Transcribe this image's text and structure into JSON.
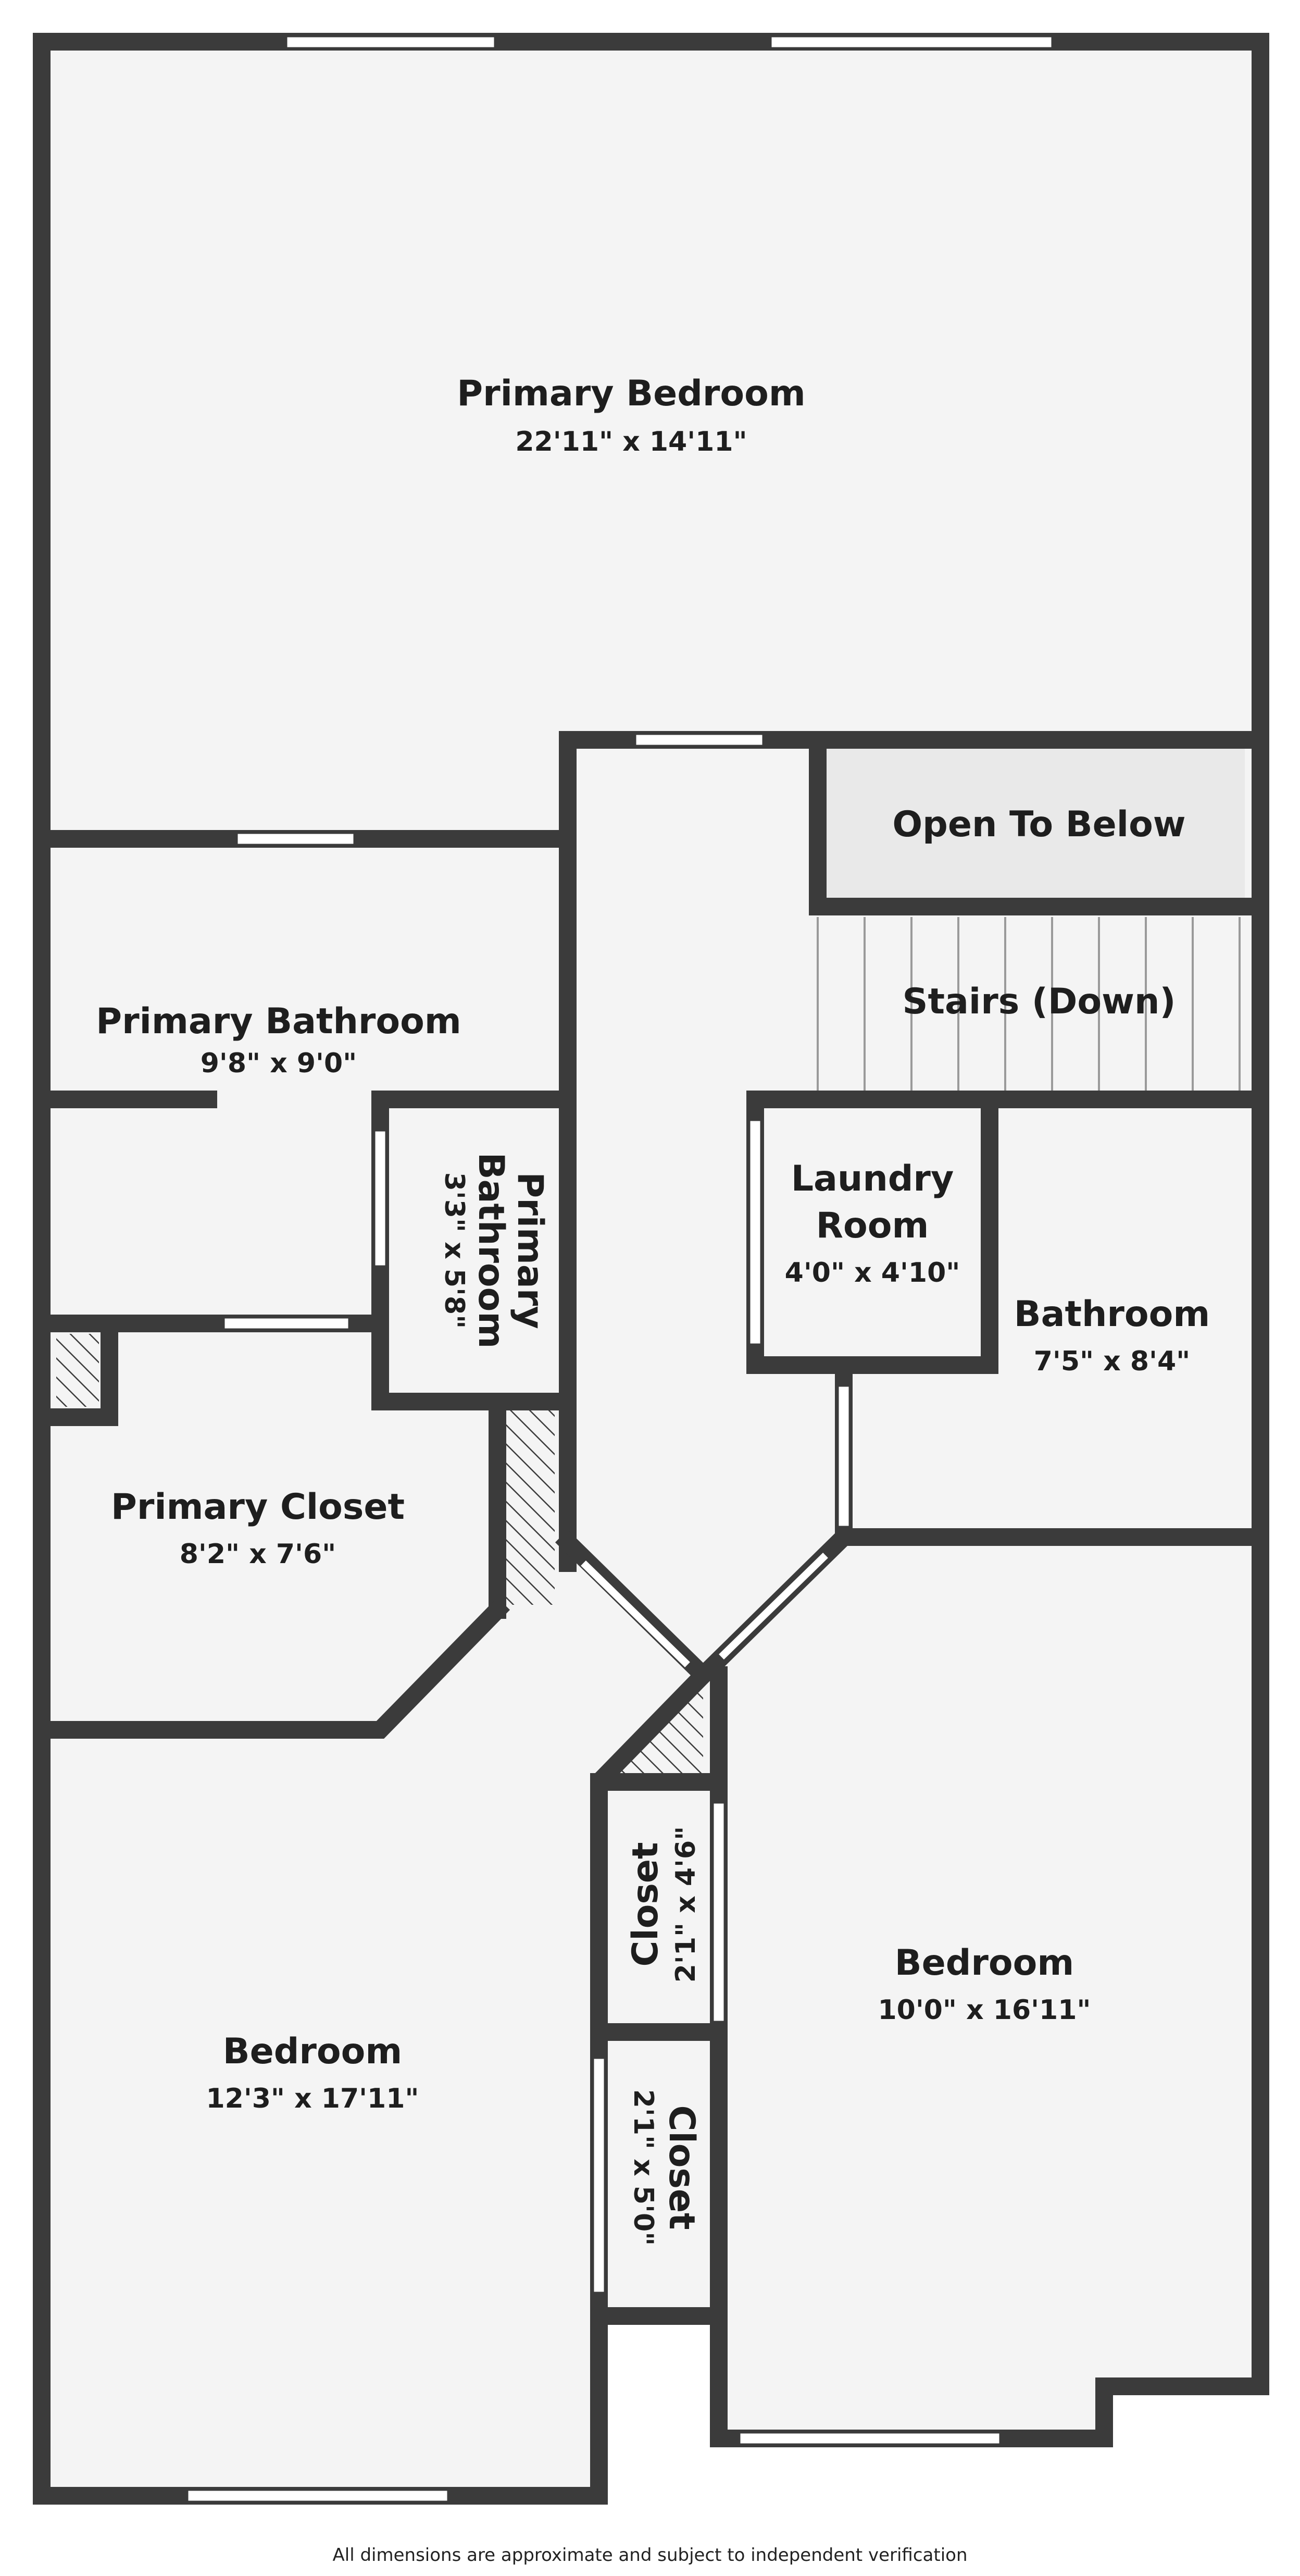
{
  "rooms": {
    "primary_bedroom": {
      "name": "Primary Bedroom",
      "dims": "22'11\" x 14'11\""
    },
    "open_to_below": {
      "name": "Open To Below"
    },
    "stairs": {
      "name": "Stairs (Down)"
    },
    "primary_bathroom": {
      "name": "Primary Bathroom",
      "dims": "9'8\" x 9'0\""
    },
    "primary_bathroom_small": {
      "name_line1": "Primary",
      "name_line2": "Bathroom",
      "dims": "3'3\" x 5'8\""
    },
    "laundry_room": {
      "name_line1": "Laundry",
      "name_line2": "Room",
      "dims": "4'0\" x 4'10\""
    },
    "bathroom": {
      "name": "Bathroom",
      "dims": "7'5\" x 8'4\""
    },
    "primary_closet": {
      "name": "Primary Closet",
      "dims": "8'2\" x 7'6\""
    },
    "bedroom_left": {
      "name": "Bedroom",
      "dims": "12'3\" x 17'11\""
    },
    "bedroom_right": {
      "name": "Bedroom",
      "dims": "10'0\" x 16'11\""
    },
    "closet_upper": {
      "name": "Closet",
      "dims": "2'1\" x 4'6\""
    },
    "closet_lower": {
      "name": "Closet",
      "dims": "2'1\" x 5'0\""
    }
  },
  "footer": {
    "disclaimer": "All dimensions are approximate and subject to independent verification"
  },
  "colors": {
    "wall": "#3b3b3b",
    "floor": "#f4f4f4",
    "open_to_below": "#e9e9e9",
    "window": "#ffffff"
  }
}
